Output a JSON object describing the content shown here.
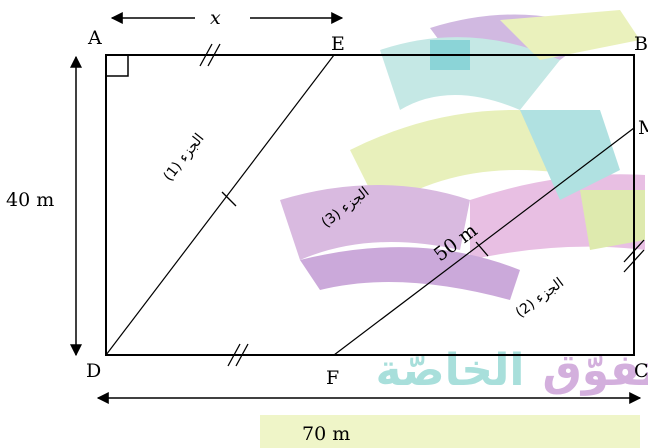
{
  "figure": {
    "vertices": {
      "A": "A",
      "B": "B",
      "C": "C",
      "D": "D",
      "E": "E",
      "F": "F",
      "M": "M"
    },
    "dimensions": {
      "top_segment": "x",
      "left_side": "40 m",
      "bottom_side": "70 m",
      "diagonal_FM": "50 m"
    },
    "regions": {
      "part1": "الجزء (1)",
      "part2": "الجزء (2)",
      "part3": "الجزء (3)"
    }
  },
  "watermark": {
    "text": "تفوّق الخاصّة",
    "colors": {
      "purple": "#c9a1d8",
      "teal": "#9fd9d9",
      "lime": "#e3efae",
      "aqua": "#5fcfcf"
    }
  }
}
